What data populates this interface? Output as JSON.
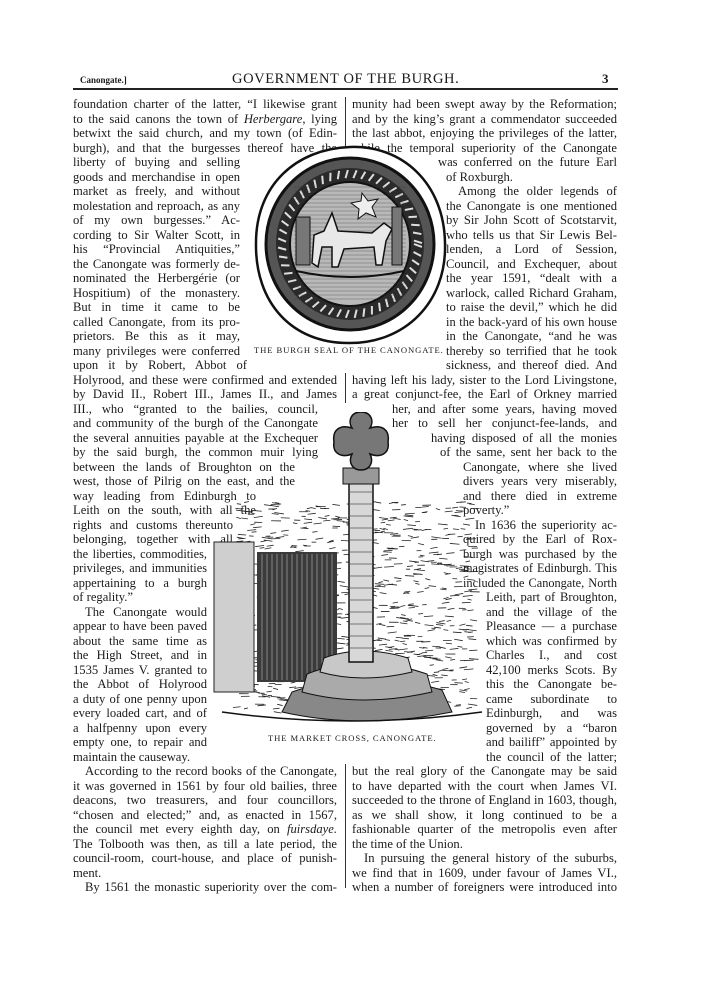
{
  "header": {
    "running_head": "Canongate.]",
    "title": "GOVERNMENT OF THE BURGH.",
    "page_number": "3"
  },
  "illustrations": {
    "seal_caption": "THE BURGH SEAL OF THE CANONGATE.",
    "cross_caption": "THE MARKET CROSS, CANONGATE."
  },
  "left_column": {
    "lines": [
      "foundation charter of the latter, “I likewise grant",
      {
        "text": "to the said canons the town of Herbergare, lying",
        "italic": "Herbergare"
      },
      "betwixt the said church, and my town (of Edin-",
      "burgh), and that the burgesses thereof have the",
      "liberty of buying and selling",
      "goods and merchandise in open",
      "market as freely, and without",
      "molestation and reproach, as any",
      "of my own burgesses.” Ac-",
      "cording to Sir Walter Scott, in",
      "his “Provincial Antiquities,”",
      "the Canongate was formerly de-",
      "nominated the Herbergérie (or",
      "Hospitium) of the monastery.",
      "But in time it came to be",
      "called Canongate, from its pro-",
      "prietors. Be this as it may,",
      "many privileges were conferred",
      "upon it by Robert, Abbot of",
      "Holyrood, and these were confirmed and extended",
      "by David II., Robert III., James II., and James",
      "III., who “granted to the bailies, council,",
      "and community of the burgh of the Canongate",
      "the several annuities payable at the Exchequer",
      "by the said burgh, the common muir lying",
      "between the lands of Broughton on the",
      "west, those of Pilrig on the east, and the",
      "way leading from Edinburgh to",
      "Leith on the south, with all the",
      "rights and customs thereunto",
      "belonging, together with all",
      "the liberties, commodities,",
      "privileges, and immunities",
      "appertaining to a burgh",
      "of regality.”",
      "The Canongate would",
      "appear to have been paved",
      "about the same time as",
      "the High Street, and in",
      "1535 James V. granted to",
      "the Abbot of Holyrood",
      "a duty of one penny upon",
      "every loaded cart, and of",
      "a halfpenny upon every",
      "empty one, to repair and",
      "maintain the causeway.",
      "According to the record books of the Canongate,",
      "it was governed in 1561 by four old bailies, three",
      "deacons, two treasurers, and four councillors,",
      "“chosen and elected;” and, as enacted in 1567,",
      {
        "text": "the council met every eighth day, on fuirsdaye.",
        "italic": "fuirsdaye."
      },
      "The Tolbooth was then, as till a late period, the",
      "council-room, court-house, and place of punish-",
      "ment.",
      "By 1561 the monastic superiority over the com-"
    ]
  },
  "right_column": {
    "lines": [
      "munity had been swept away by the Reformation;",
      "and by the king’s grant a commendator succeeded",
      "the last abbot, enjoying the privileges of the latter,",
      "while the temporal superiority of the Canongate",
      "was conferred on the future Earl",
      "of Roxburgh.",
      "Among the older legends of",
      "the Canongate is one mentioned",
      "by Sir John Scott of Scotstarvit,",
      "who tells us that Sir Lewis Bel-",
      "lenden, a Lord of Session,",
      "Council, and Exchequer, about",
      "the year 1591, “dealt with a",
      "warlock, called Richard Graham,",
      "to raise the devil,” which he did",
      "in the back-yard of his own house",
      "in the Canongate, “and he was",
      "thereby so terrified that he took",
      "sickness, and thereof died. And",
      "having left his lady, sister to the Lord Livingstone,",
      "a great conjunct-fee, the Earl of Orkney married",
      "her, and after some years, having moved",
      "her to sell her conjunct-fee-lands, and",
      "having disposed of all the monies",
      "of the same, sent her back to the",
      "Canongate, where she lived",
      "divers years very miserably,",
      "and there died in extreme",
      "poverty.”",
      "In 1636 the superiority ac-",
      "quired by the Earl of Rox-",
      "burgh was purchased by the",
      "magistrates of Edinburgh. This",
      "included the Canongate, North",
      "Leith, part of Broughton,",
      "and the village of the",
      "Pleasance — a purchase",
      "which was confirmed by",
      "Charles I., and cost",
      "42,100 merks Scots. By",
      "this the Canongate be-",
      "came subordinate to",
      "Edinburgh, and was",
      "governed by a “baron",
      "and bailiff” appointed by",
      "the council of the latter;",
      "but the real glory of the Canongate may be said",
      "to have departed with the court when James VI.",
      "succeeded to the throne of England in 1603, though,",
      "as we shall show, it long continued to be a",
      "fashionable quarter of the metropolis even after",
      "the time of the Union.",
      "In pursuing the general history of the suburbs,",
      "we find that in 1609, under favour of James VI.,",
      "when a number of foreigners were introduced into"
    ]
  }
}
